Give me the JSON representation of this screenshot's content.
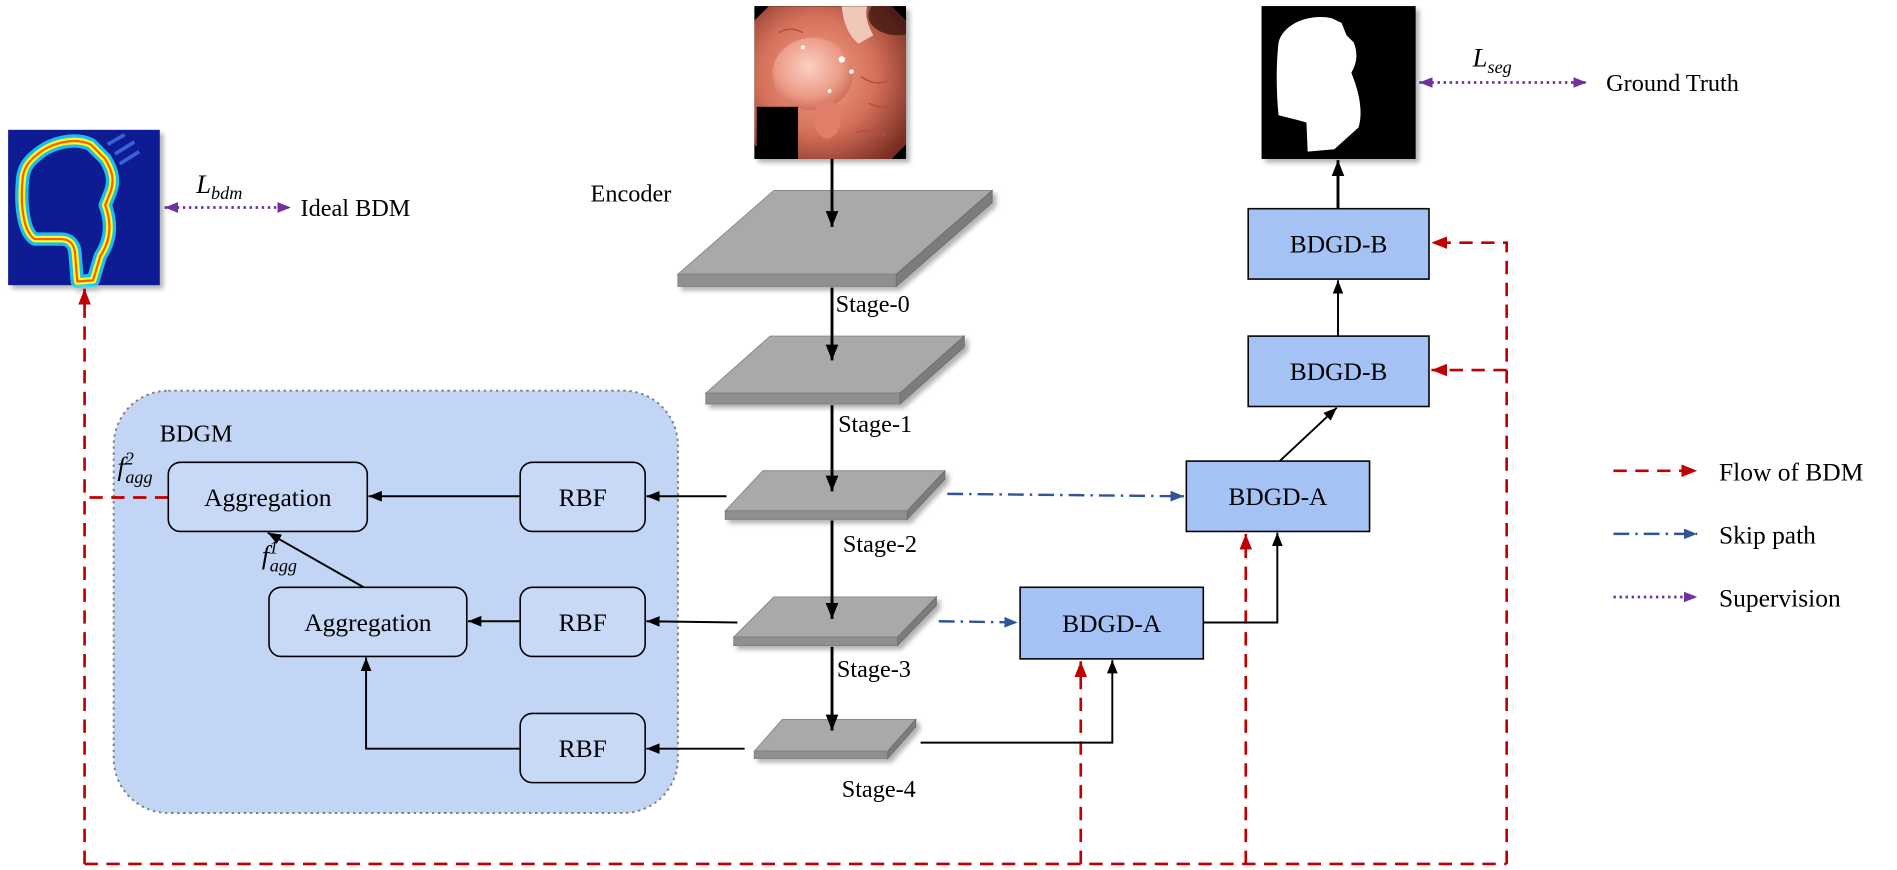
{
  "encoder": {
    "label": "Encoder",
    "stages": [
      "Stage-0",
      "Stage-1",
      "Stage-2",
      "Stage-3",
      "Stage-4"
    ]
  },
  "bdgm": {
    "label": "BDGM",
    "aggregation": [
      "Aggregation",
      "Aggregation"
    ],
    "rbf": [
      "RBF",
      "RBF",
      "RBF"
    ],
    "f_agg_2": {
      "base": "f",
      "sub": "agg",
      "sup": "2"
    },
    "f_agg_1": {
      "base": "f",
      "sub": "agg",
      "sup": "1"
    }
  },
  "decoder": {
    "bdgd_a": [
      "BDGD-A",
      "BDGD-A"
    ],
    "bdgd_b": [
      "BDGD-B",
      "BDGD-B"
    ]
  },
  "supervision": {
    "bdm_loss": {
      "base": "L",
      "sub": "bdm"
    },
    "bdm_target": "Ideal BDM",
    "seg_loss": {
      "base": "L",
      "sub": "seg"
    },
    "seg_target": "Ground Truth"
  },
  "legend": [
    {
      "label": "Flow of BDM",
      "color": "#c00000"
    },
    {
      "label": "Skip path",
      "color": "#2f5597"
    },
    {
      "label": "Supervision",
      "color": "#7030a0"
    }
  ],
  "colors": {
    "flow": "#c00000",
    "skip": "#2f5597",
    "supervision": "#7030a0",
    "bdgm_region": "#c3d5f5",
    "bdgd_box": "#a4c2f4"
  }
}
